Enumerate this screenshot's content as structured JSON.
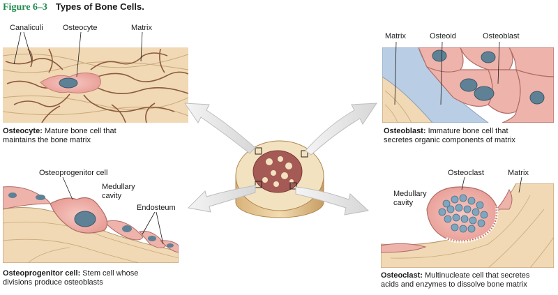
{
  "figure": {
    "number": "Figure 6–3",
    "title": "Types of Bone Cells."
  },
  "panels": {
    "osteocyte": {
      "labels": {
        "canaliculi": "Canaliculi",
        "osteocyte": "Osteocyte",
        "matrix": "Matrix"
      },
      "caption_term": "Osteocyte:",
      "caption_line1": " Mature bone cell that",
      "caption_line2": "maintains the bone matrix"
    },
    "osteoblast": {
      "labels": {
        "matrix": "Matrix",
        "osteoid": "Osteoid",
        "osteoblast": "Osteoblast"
      },
      "caption_term": "Osteoblast:",
      "caption_line1": " Immature bone cell that",
      "caption_line2": "secretes organic components of matrix"
    },
    "osteoprogenitor": {
      "labels": {
        "osteoprogenitor_cell": "Osteoprogenitor cell",
        "medullary_line1": "Medullary",
        "medullary_line2": "cavity",
        "endosteum": "Endosteum"
      },
      "caption_term": "Osteoprogenitor cell:",
      "caption_line1": " Stem cell whose",
      "caption_line2": "divisions produce osteoblasts"
    },
    "osteoclast": {
      "labels": {
        "osteoclast": "Osteoclast",
        "matrix": "Matrix",
        "medullary_line1": "Medullary",
        "medullary_line2": "cavity"
      },
      "caption_term": "Osteoclast:",
      "caption_line1": " Multinucleate cell that secretes",
      "caption_line2": "acids and enzymes to dissolve bone matrix"
    }
  },
  "colors": {
    "matrix": "#f0d9b4",
    "matrix_line": "#b89468",
    "cell_pink": "#eeaaa3",
    "cell_pink_light": "#f6c8c2",
    "nucleus": "#5e8196",
    "osteoid": "#b9cee4",
    "spongy": "#a55a55",
    "arrow": "#e6e6e6"
  }
}
